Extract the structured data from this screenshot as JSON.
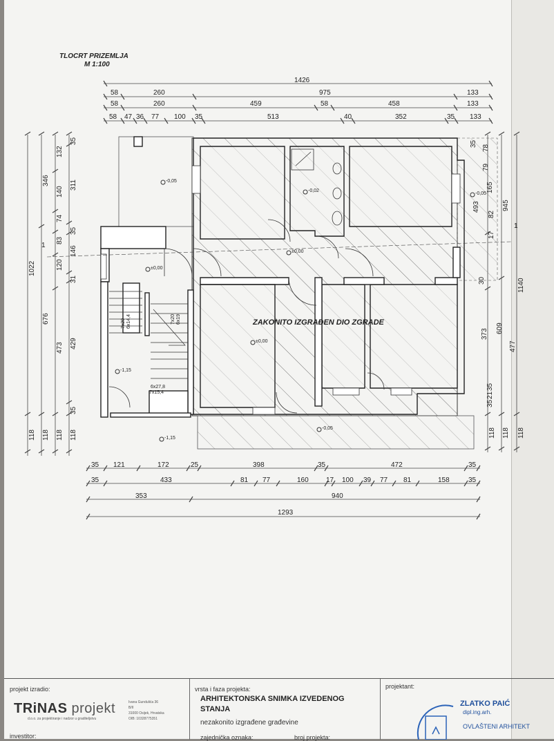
{
  "title": {
    "line1": "TLOCRT PRIZEMLJA",
    "line2": "M 1:100"
  },
  "room_label": "ZAKONITO IZGRAĐEN DIO ZGRADE",
  "top_dims": {
    "row1": [
      "1426"
    ],
    "row2": [
      "58",
      "260",
      "975",
      "133"
    ],
    "row3": [
      "58",
      "260",
      "459",
      "58",
      "458",
      "133"
    ],
    "row4": [
      "58",
      "47",
      "36",
      "77",
      "100",
      "35",
      "513",
      "40",
      "352",
      "35",
      "133"
    ]
  },
  "bottom_dims": {
    "row1": [
      "35",
      "121",
      "172",
      "25",
      "398",
      "35",
      "472",
      "35"
    ],
    "row2": [
      "35",
      "433",
      "81",
      "77",
      "160",
      "17",
      "100",
      "39",
      "77",
      "81",
      "158",
      "35"
    ],
    "row3": [
      "353",
      "940"
    ],
    "row4": [
      "1293"
    ]
  },
  "left_dims": {
    "outer": [
      "1022",
      "118"
    ],
    "col2": [
      "346",
      "676",
      "118"
    ],
    "col3": [
      "132",
      "140",
      "74",
      "83",
      "120",
      "473",
      "118"
    ],
    "col4": [
      "35",
      "311",
      "35",
      "146",
      "31",
      "429",
      "35",
      "118"
    ]
  },
  "right_dims": {
    "col1": [
      "35",
      "78",
      "79",
      "165",
      "493",
      "82",
      "17",
      "30",
      "373",
      "35",
      "21",
      "35",
      "118"
    ],
    "col2": [
      "945",
      "609",
      "118"
    ],
    "col3": [
      "1140",
      "477",
      "118"
    ]
  },
  "levels": [
    "-0,05",
    "-0,02",
    "±0,00",
    "±0,00",
    "±0,00",
    "-1,15",
    "-0,05",
    "-1,15",
    "-0,05"
  ],
  "stair_labels": [
    "7x20",
    "6x14,4",
    "7x20",
    "6x19",
    "6x27,8",
    "7x15,4"
  ],
  "section_marks": [
    "1",
    "1"
  ],
  "titleblock": {
    "izradio_label": "projekt izradio:",
    "company_main": "TRiNAS",
    "company_sub": " projekt",
    "company_tagline": "d.o.o. za projektiranje i nadzor u graditeljstvu",
    "address1": "Ivana Gundulića 36",
    "address2": "B/II",
    "address3": "31000 Osijek, Hrvatska",
    "oib": "OIB: 10328775351",
    "vrsta_label": "vrsta i faza projekta:",
    "project_type_1": "ARHITEKTONSKA SNIMKA IZVEDENOG",
    "project_type_2": "STANJA",
    "project_subtitle": "nezakonito izgrađene građevine",
    "projektant_label": "projektant:",
    "architect_name": "ZLATKO PAIĆ",
    "architect_degree": "dipl.ing.arh.",
    "architect_title": "OVLAŠTENI ARHITEKT",
    "investitor_label": "investitor:",
    "zop_label": "zajednička oznaka:",
    "broj_label": "broj projekta:"
  }
}
